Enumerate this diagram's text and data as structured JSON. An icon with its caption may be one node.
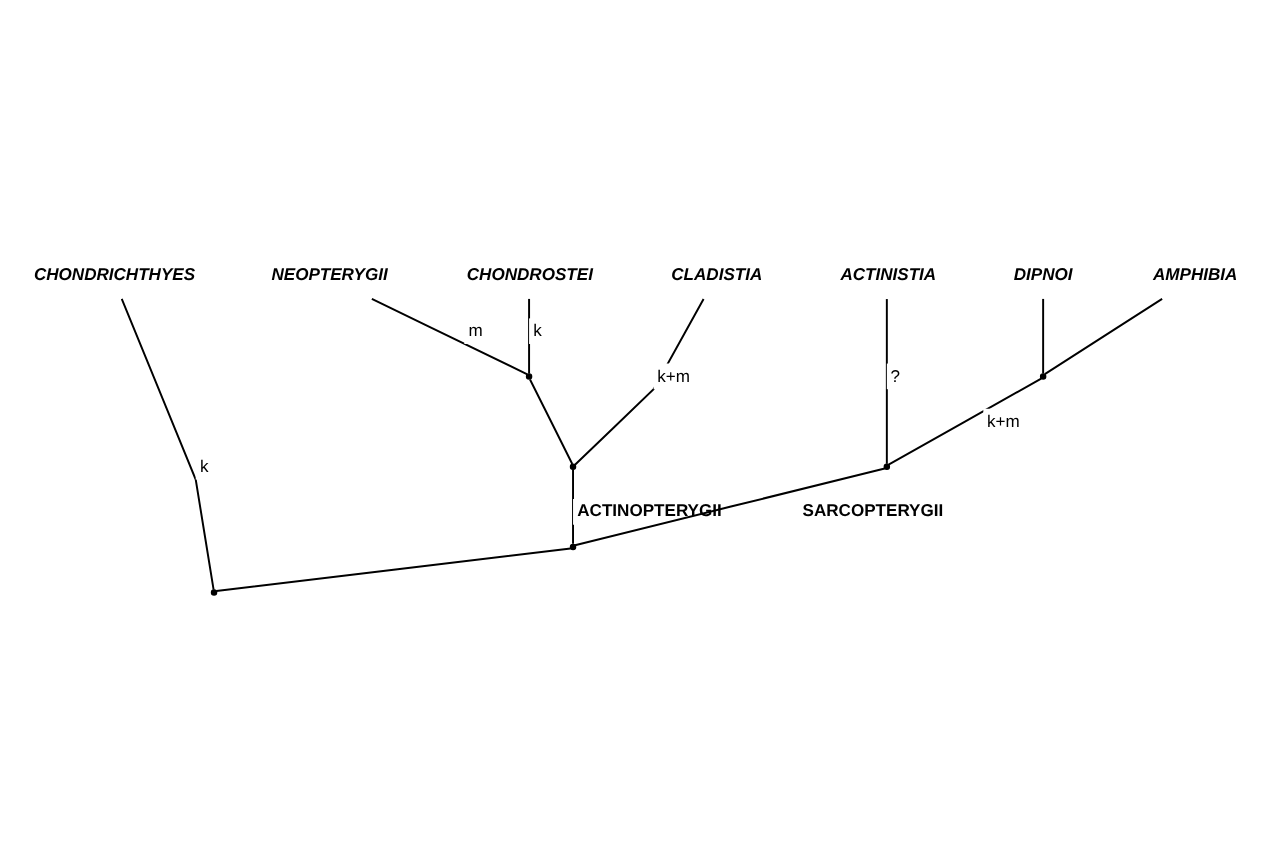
{
  "diagram": {
    "nodes": [
      {
        "text": [
          "CHONDRICHTHYES"
        ]
      },
      {
        "text": [
          "NEOPTERYGII"
        ]
      },
      {
        "text": [
          "CHONDROSTEI"
        ]
      },
      {
        "text": [
          "CLADISTIA"
        ]
      },
      {
        "text": [
          "ACTINISTIA"
        ]
      },
      {
        "text": [
          "DIPNOI"
        ]
      },
      {
        "text": [
          "AMPHIBIA"
        ]
      },
      {
        "text": [],
        "shape": "point"
      },
      {
        "text": [],
        "shape": "point"
      },
      {
        "text": [],
        "shape": "point"
      },
      {
        "text": [],
        "shape": "point"
      },
      {
        "text": [],
        "shape": "point"
      },
      {
        "text": [],
        "shape": "point"
      }
    ],
    "edges": [
      {
        "from": 7,
        "to": 0,
        "arrow": "none",
        "label": "k"
      },
      {
        "from": 7,
        "to": 8,
        "arrow": "none"
      },
      {
        "from": 8,
        "to": 9,
        "arrow": "none",
        "label": "ACTINOPTERYGII"
      },
      {
        "from": 9,
        "to": 10,
        "arrow": "none"
      },
      {
        "from": 10,
        "to": 1,
        "arrow": "none",
        "label": "m"
      },
      {
        "from": 10,
        "to": 2,
        "arrow": "none",
        "label": "k"
      },
      {
        "from": 9,
        "to": 3,
        "arrow": "none",
        "label": "k+m"
      },
      {
        "from": 8,
        "to": 11,
        "arrow": "none",
        "label": "SARCOPTERYGII"
      },
      {
        "from": 11,
        "to": 4,
        "arrow": "none",
        "label": "?"
      },
      {
        "from": 11,
        "to": 12,
        "arrow": "none",
        "label": "k+m"
      },
      {
        "from": 12,
        "to": 5,
        "arrow": "none"
      },
      {
        "from": 12,
        "to": 6,
        "arrow": "none"
      }
    ]
  }
}
